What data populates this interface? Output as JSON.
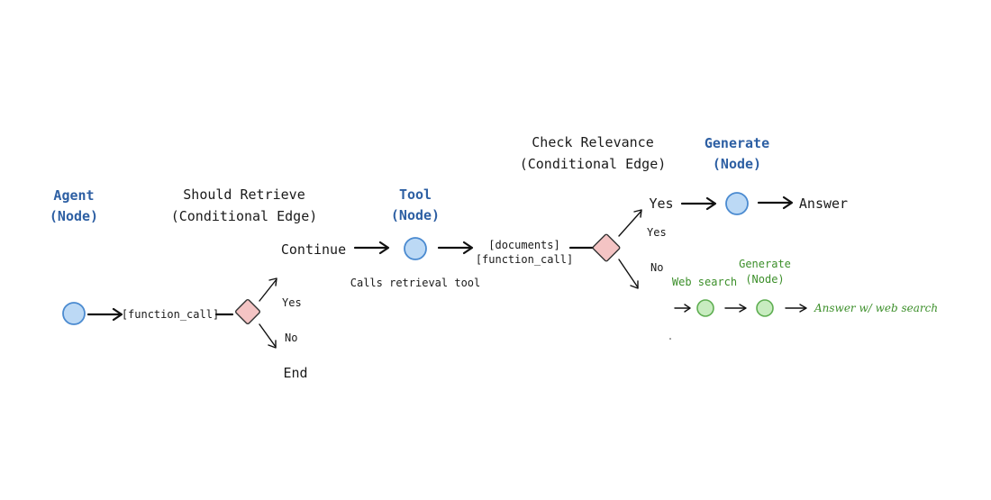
{
  "agent": {
    "title": "Agent",
    "subtitle": "(Node)"
  },
  "should_retrieve": {
    "title": "Should Retrieve",
    "subtitle": "(Conditional Edge)"
  },
  "tool": {
    "title": "Tool",
    "subtitle": "(Node)",
    "caption": "Calls retrieval tool"
  },
  "check_relevance": {
    "title": "Check Relevance",
    "subtitle": "(Conditional Edge)"
  },
  "generate": {
    "title": "Generate",
    "subtitle": "(Node)"
  },
  "web_generate": {
    "title": "Generate",
    "subtitle": "(Node)"
  },
  "edges": {
    "function_call": "[function_call]",
    "yes_1": "Yes",
    "no_1": "No",
    "continue": "Continue",
    "end": "End",
    "documents": "[documents]",
    "function_call_2": "[function_call]",
    "yes_2": "Yes",
    "yes_2_small": "Yes",
    "no_2": "No",
    "answer": "Answer",
    "web_search": "Web search",
    "answer_web": "Answer w/ web search"
  },
  "colors": {
    "node_blue": "#bcd9f5",
    "node_green": "#c8ecc0",
    "diamond": "#f4c4c4",
    "label_blue": "#2d5fa3",
    "label_green": "#3c8f2a"
  }
}
